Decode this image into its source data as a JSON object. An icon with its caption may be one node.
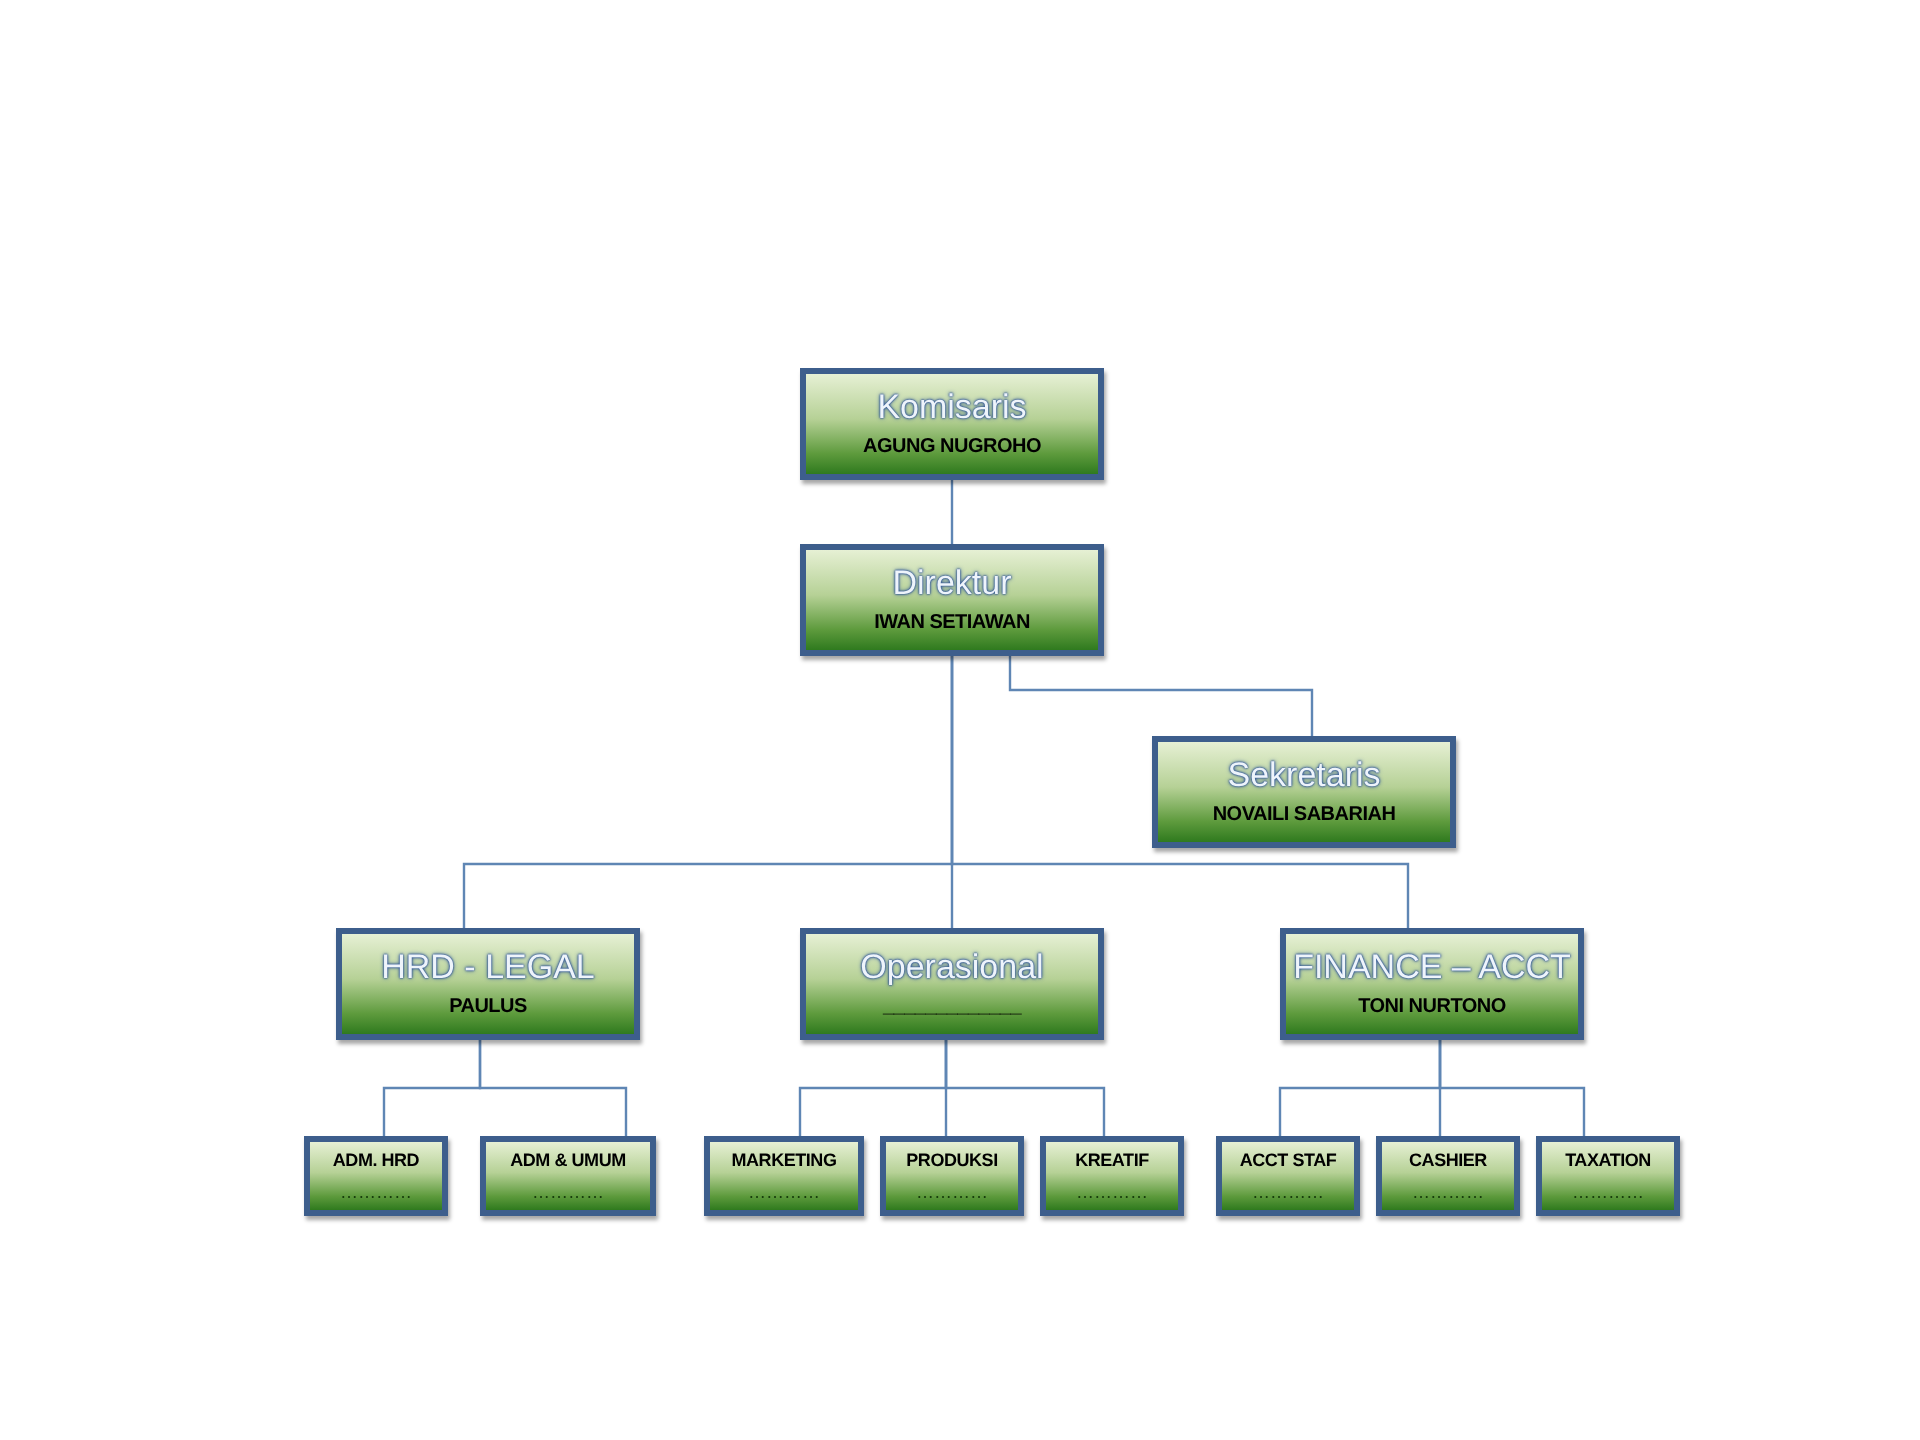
{
  "diagram": {
    "nodes": [
      {
        "text": [
          "Komisaris",
          "AGUNG NUGROHO"
        ]
      },
      {
        "text": [
          "Direktur",
          "IWAN SETIAWAN"
        ]
      },
      {
        "text": [
          "Sekretaris",
          "NOVAILI SABARIAH"
        ]
      },
      {
        "text": [
          "HRD - LEGAL",
          "PAULUS"
        ]
      },
      {
        "text": [
          "Operasional",
          "_____________"
        ]
      },
      {
        "text": [
          "FINANCE – ACCT",
          "TONI NURTONO"
        ]
      },
      {
        "text": [
          "ADM. HRD",
          "…………"
        ]
      },
      {
        "text": [
          "ADM & UMUM",
          "…………"
        ]
      },
      {
        "text": [
          "MARKETING",
          "…………"
        ]
      },
      {
        "text": [
          "PRODUKSI",
          "…………"
        ]
      },
      {
        "text": [
          "KREATIF",
          "…………"
        ]
      },
      {
        "text": [
          "ACCT STAF",
          "…………"
        ]
      },
      {
        "text": [
          "CASHIER",
          "…………"
        ]
      },
      {
        "text": [
          "TAXATION",
          "…………"
        ]
      }
    ],
    "edges": [
      {
        "from": 0,
        "to": 1,
        "arrow": "none"
      },
      {
        "from": 1,
        "to": 2,
        "arrow": "none"
      },
      {
        "from": 1,
        "to": 3,
        "arrow": "none"
      },
      {
        "from": 1,
        "to": 4,
        "arrow": "none"
      },
      {
        "from": 1,
        "to": 5,
        "arrow": "none"
      },
      {
        "from": 3,
        "to": 6,
        "arrow": "none"
      },
      {
        "from": 3,
        "to": 7,
        "arrow": "none"
      },
      {
        "from": 4,
        "to": 8,
        "arrow": "none"
      },
      {
        "from": 4,
        "to": 9,
        "arrow": "none"
      },
      {
        "from": 4,
        "to": 10,
        "arrow": "none"
      },
      {
        "from": 5,
        "to": 11,
        "arrow": "none"
      },
      {
        "from": 5,
        "to": 12,
        "arrow": "none"
      },
      {
        "from": 5,
        "to": 13,
        "arrow": "none"
      }
    ]
  }
}
